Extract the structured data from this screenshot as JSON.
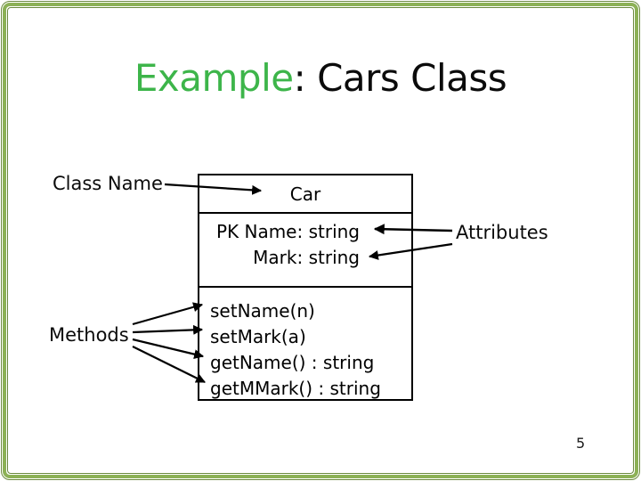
{
  "slide": {
    "title": {
      "highlight": "Example",
      "rest": ": Cars Class"
    },
    "page_number": "5"
  },
  "colors": {
    "accent_green": "#3db54a",
    "frame_green": "#8cb156",
    "frame_green_dark": "#6b8a3e"
  },
  "annotations": {
    "class_name": "Class Name",
    "attributes": "Attributes",
    "methods": "Methods"
  },
  "uml_class": {
    "name": "Car",
    "attributes": [
      "PK Name: string",
      "Mark: string"
    ],
    "methods": [
      "setName(n)",
      "setMark(a)",
      "getName() : string",
      "getMMark() : string"
    ]
  }
}
